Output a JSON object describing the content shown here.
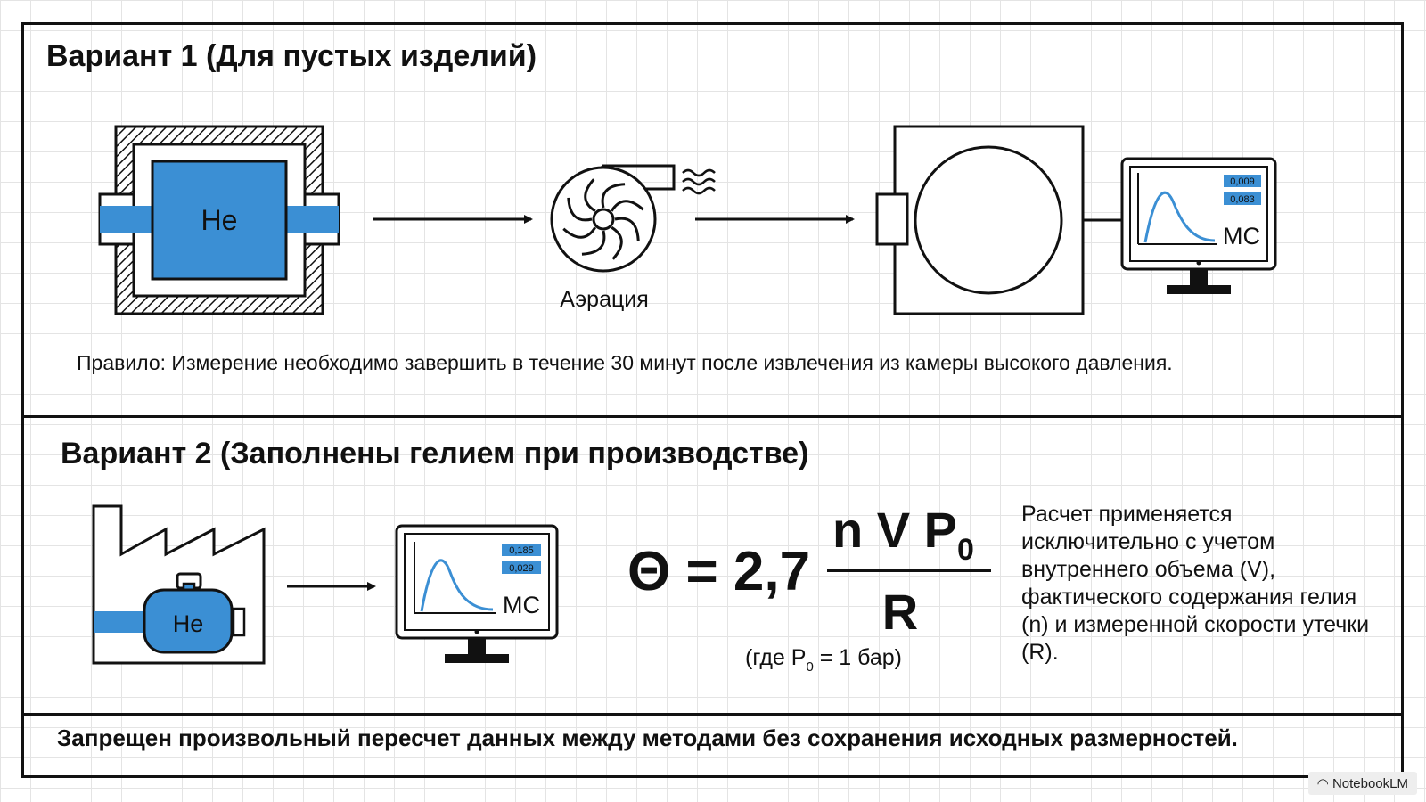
{
  "variant1": {
    "title": "Вариант 1 (Для пустых изделий)",
    "chamber_gas": "He",
    "aeration_label": "Аэрация",
    "ms_label": "МС",
    "ms_values": [
      "0,009",
      "0,083"
    ],
    "rule": "Правило: Измерение необходимо завершить в течение 30 минут после извлечения из камеры высокого давления."
  },
  "variant2": {
    "title": "Вариант 2 (Заполнены гелием при производстве)",
    "product_gas": "He",
    "ms_label": "МС",
    "ms_values": [
      "0,185",
      "0,029"
    ],
    "formula": {
      "lhs": "Θ = 2,7",
      "numerator": "n V P",
      "numerator_sub": "0",
      "denominator": "R",
      "note_prefix": "(где P",
      "note_sub": "0",
      "note_suffix": " = 1 бар)"
    },
    "explanation": "Расчет применяется исключительно с учетом внутреннего объема (V), фактического содержания гелия (n) и измеренной скорости утечки (R)."
  },
  "footer": "Запрещен произвольный пересчет данных между методами без сохранения исходных размерностей.",
  "brand": "NotebookLM",
  "colors": {
    "accent": "#3b8fd4",
    "ink": "#111111"
  }
}
